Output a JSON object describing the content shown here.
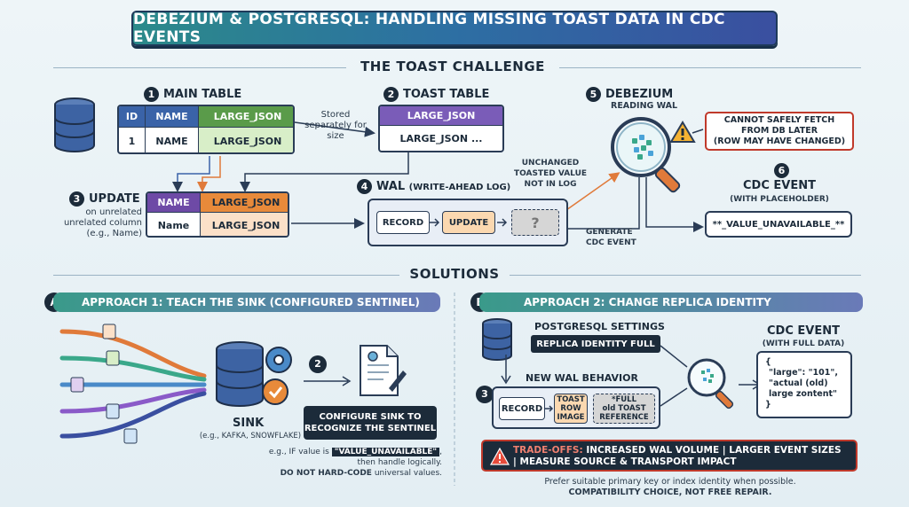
{
  "title": "DEBEZIUM & POSTGRESQL: HANDLING MISSING TOAST DATA IN CDC EVENTS",
  "challenge": {
    "heading": "THE TOAST CHALLENGE",
    "main_table": {
      "num": "1",
      "label": "MAIN TABLE",
      "headers": [
        "ID",
        "NAME",
        "LARGE_JSON"
      ],
      "row": [
        "1",
        "NAME",
        "LARGE_JSON"
      ],
      "note": "Stored separately for size"
    },
    "toast_table": {
      "num": "2",
      "label": "TOAST TABLE",
      "header": "LARGE_JSON",
      "row": "LARGE_JSON ..."
    },
    "update": {
      "num": "3",
      "label": "UPDATE",
      "sub": [
        "on unrelated",
        "unrelated column",
        "(e.g., Name)"
      ],
      "headers": [
        "NAME",
        "LARGE_JSON"
      ],
      "row": [
        "Name",
        "LARGE_JSON"
      ]
    },
    "wal": {
      "num": "4",
      "label": "WAL",
      "label_sub": "(WRITE-AHEAD LOG)",
      "record": "RECORD",
      "update": "UPDATE",
      "placeholder": "?",
      "note": [
        "UNCHANGED",
        "TOASTED VALUE",
        "NOT IN LOG"
      ],
      "generate": [
        "GENERATE",
        "CDC EVENT"
      ]
    },
    "debezium": {
      "num": "5",
      "label": "DEBEZIUM",
      "sub": "READING WAL",
      "warning": [
        "CANNOT SAFELY FETCH",
        "FROM DB LATER",
        "(ROW MAY HAVE CHANGED)"
      ]
    },
    "cdc_event": {
      "num": "6",
      "label": "CDC EVENT",
      "sub": "(WITH PLACEHOLDER)",
      "value": "**_VALUE_UNAVAILABLE_**"
    }
  },
  "solutions": {
    "heading": "SOLUTIONS",
    "approach1": {
      "letter": "A",
      "title": "APPROACH 1: TEACH THE SINK (CONFIGURED SENTINEL)",
      "sink_label": "SINK",
      "sink_sub": "(e.g., KAFKA, SNOWFLAKE)",
      "step": "2",
      "config_text": [
        "CONFIGURE SINK TO",
        "RECOGNIZE THE SENTINEL"
      ],
      "example_prefix": "e.g., IF value is",
      "example_token": "\"VALUE_UNAVAILABLE\"",
      "example_suffix": "then handle logically.",
      "footer_bold": "DO NOT HARD-CODE",
      "footer_rest": "universal values."
    },
    "approach2": {
      "letter": "B",
      "title": "APPROACH 2: CHANGE REPLICA IDENTITY",
      "settings_label": "POSTGRESQL SETTINGS",
      "setting_value": "REPLICA IDENTITY FULL",
      "step": "3",
      "new_wal": "NEW WAL BEHAVIOR",
      "record": "RECORD",
      "toast_row": [
        "TOAST",
        "ROW",
        "IMAGE"
      ],
      "full_ref": [
        "*FULL",
        "old TOAST",
        "REFERENCE"
      ],
      "cdc_label": "CDC EVENT",
      "cdc_sub": "(WITH FULL DATA)",
      "json_lines": [
        "{",
        "\"large\": \"101\",",
        "\"actual (old)",
        "large zontent\"",
        "}"
      ],
      "tradeoff_bold": "TRADE-OFFS:",
      "tradeoff_line1": "INCREASED WAL VOLUME | LARGER EVENT SIZES",
      "tradeoff_line2": "| MEASURE SOURCE & TRANSPORT IMPACT",
      "footer1": "Prefer suitable primary key or index identity when possible.",
      "footer2": "COMPATIBILITY CHOICE, NOT FREE REPAIR."
    }
  },
  "colors": {
    "navy": "#1c2b3a",
    "blue": "#3a63a8",
    "green": "#5a9b4a",
    "purple": "#6e4aa6",
    "orange": "#e88a3a",
    "red": "#c0392b"
  }
}
